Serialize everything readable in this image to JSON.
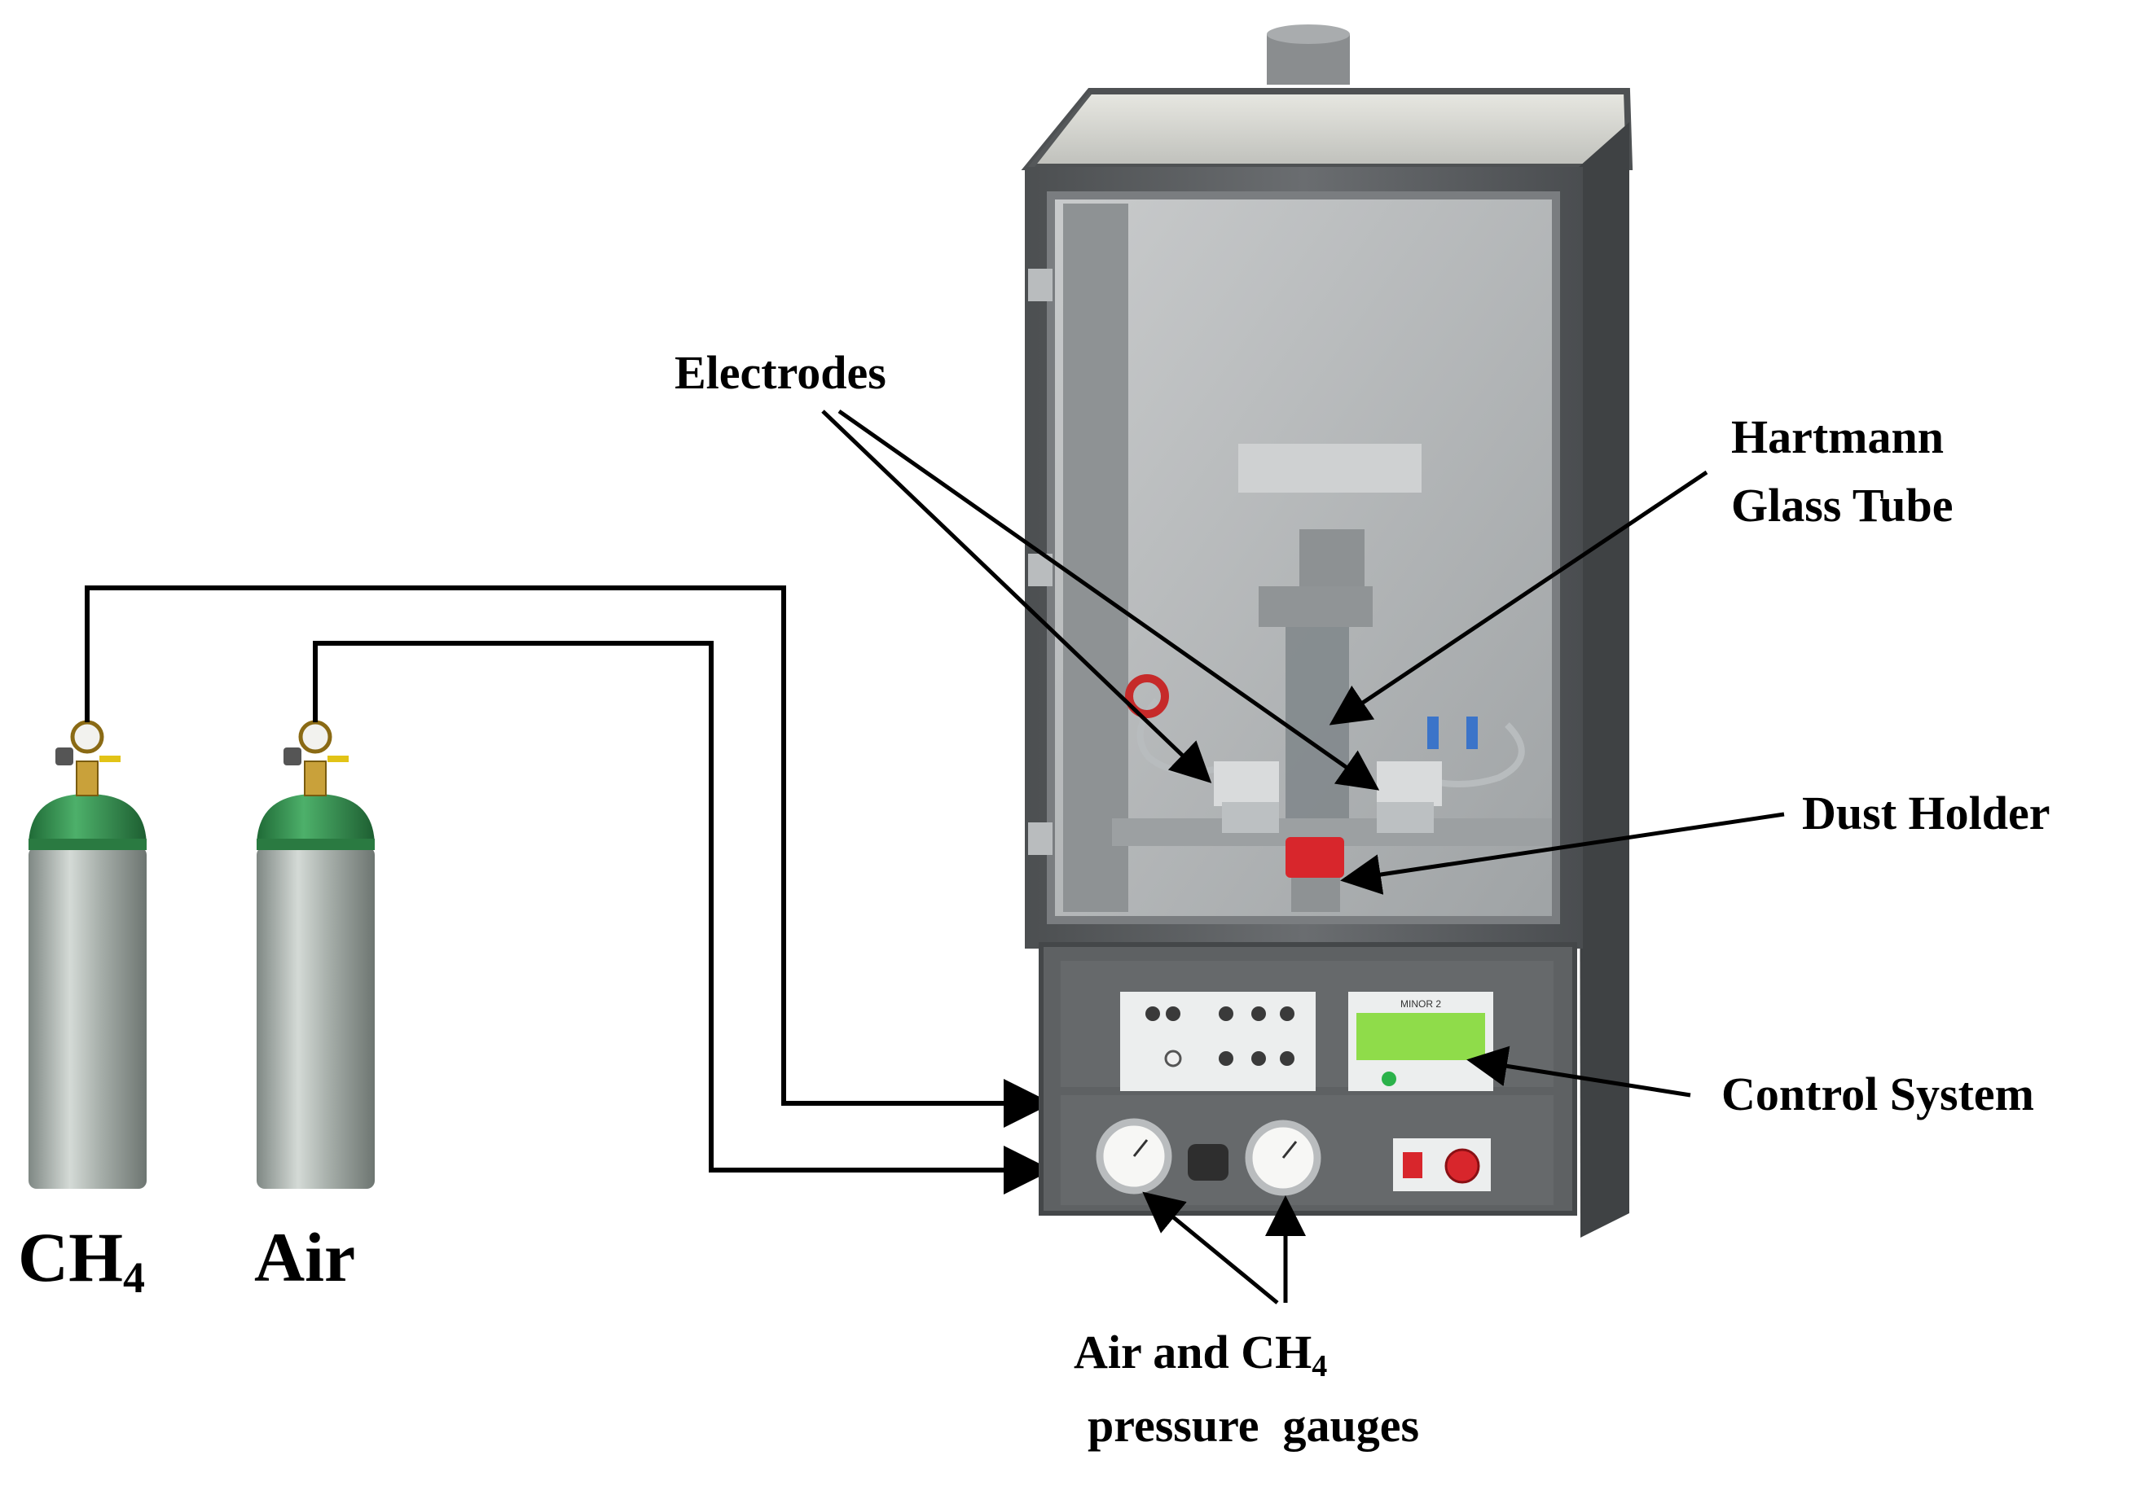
{
  "labels": {
    "ch4_base": "CH",
    "ch4_sub": "4",
    "air": "Air",
    "electrodes": "Electrodes",
    "hartmann_line1": "Hartmann",
    "hartmann_line2": "Glass Tube",
    "dust_holder": "Dust Holder",
    "control_system": "Control System",
    "gauges_line1_base": "Air and CH",
    "gauges_line1_sub": "4",
    "gauges_line2": "pressure  gauges"
  },
  "display_text": "MINOR 2",
  "colors": {
    "cylinder_cap": "#2f8a4a",
    "cylinder_body": "#aab2ad",
    "valve_brass": "#c9a13a",
    "cabinet_frame": "#5d6062",
    "display_green": "#8fdc4a",
    "dust_holder_red": "#d8262c",
    "emergency_stop": "#d8262c"
  }
}
